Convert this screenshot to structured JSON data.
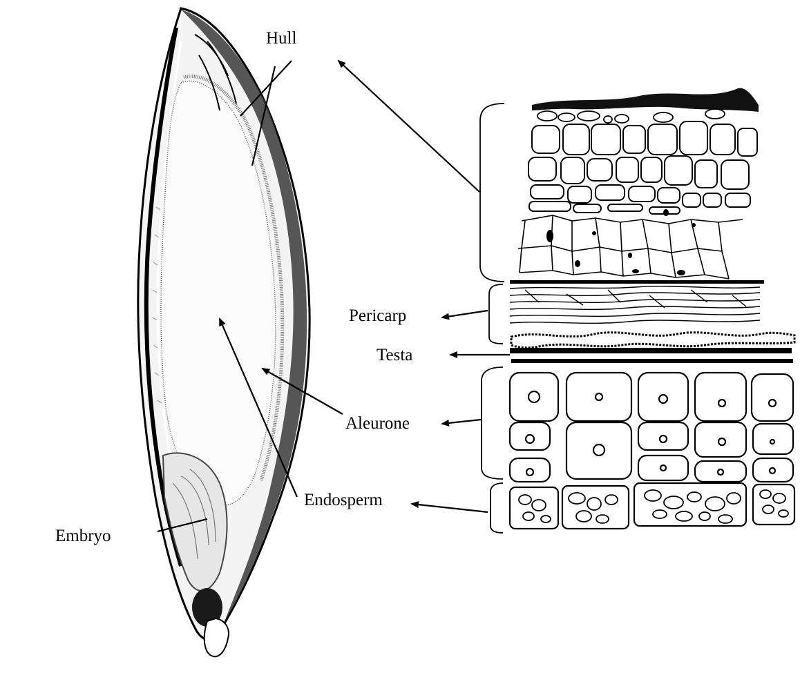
{
  "labels": {
    "hull": "Hull",
    "pericarp": "Pericarp",
    "testa": "Testa",
    "aleurone": "Aleurone",
    "endosperm": "Endosperm",
    "embryo": "Embryo"
  },
  "colors": {
    "ink": "#000000",
    "background": "#ffffff",
    "endosperm_fill": "#fbfbfb",
    "hull_shade": "#3a3a3a"
  }
}
